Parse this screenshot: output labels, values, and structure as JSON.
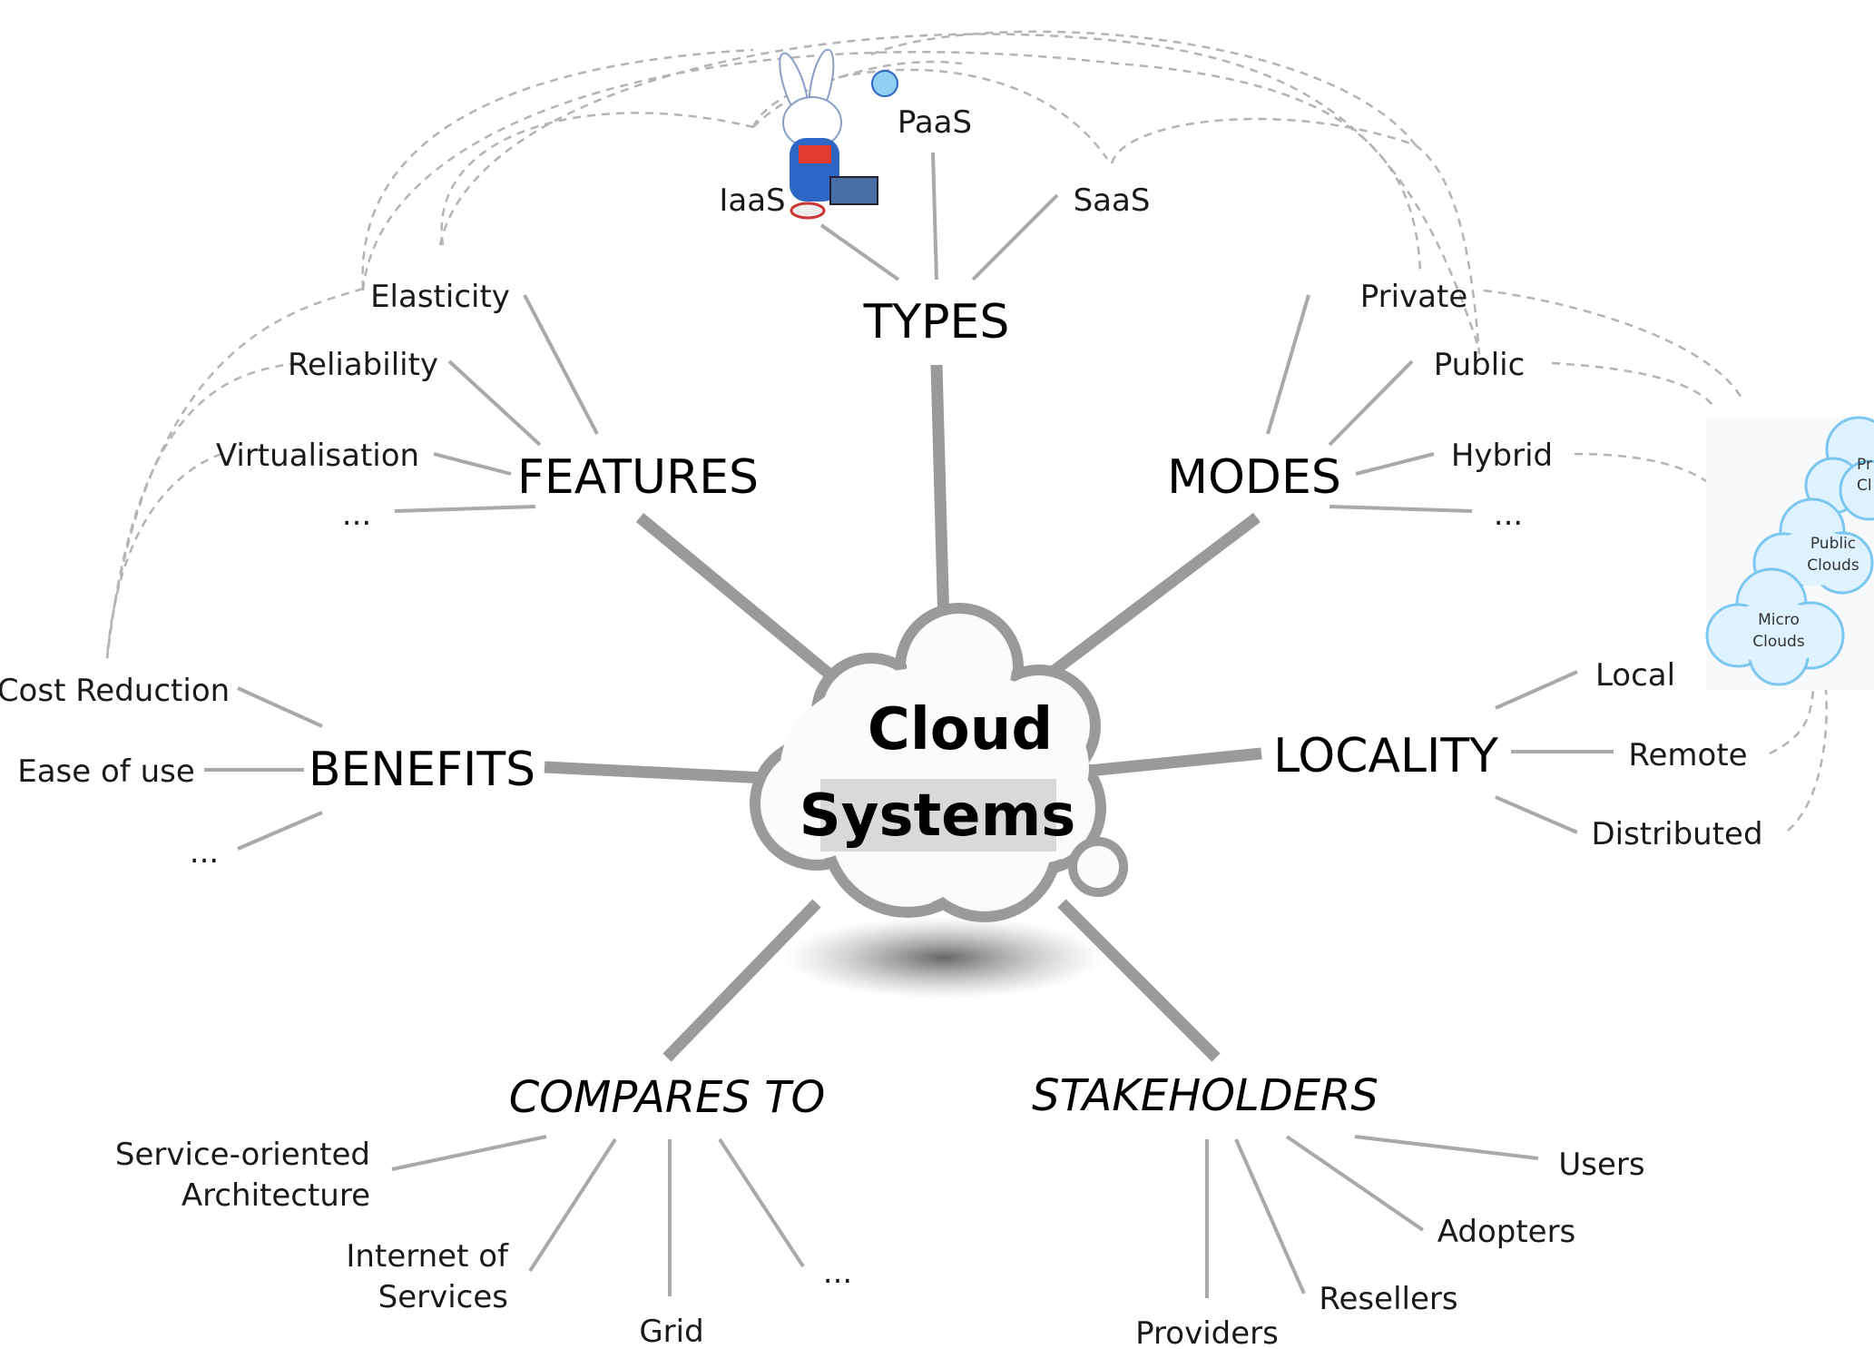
{
  "center": {
    "line1": "Cloud",
    "line2": "Systems"
  },
  "categories": {
    "types": {
      "label": "TYPES",
      "items": [
        "IaaS",
        "PaaS",
        "SaaS"
      ]
    },
    "features": {
      "label": "FEATURES",
      "items": [
        "Elasticity",
        "Reliability",
        "Virtualisation",
        "..."
      ]
    },
    "modes": {
      "label": "MODES",
      "items": [
        "Private",
        "Public",
        "Hybrid",
        "..."
      ]
    },
    "benefits": {
      "label": "BENEFITS",
      "items": [
        "Cost Reduction",
        "Ease of use",
        "..."
      ]
    },
    "locality": {
      "label": "LOCALITY",
      "items": [
        "Local",
        "Remote",
        "Distributed"
      ]
    },
    "compares_to": {
      "label": "COMPARES TO",
      "items": [
        "Service-oriented",
        "Architecture",
        "Internet of",
        "Services",
        "Grid",
        "..."
      ]
    },
    "stakeholders": {
      "label": "STAKEHOLDERS",
      "items": [
        "Users",
        "Adopters",
        "Resellers",
        "Providers"
      ]
    }
  },
  "inset_clouds": {
    "top": [
      "Pr",
      "Cl"
    ],
    "public": [
      "Public",
      "Clouds"
    ],
    "micro": [
      "Micro",
      "Clouds"
    ]
  },
  "mascot": {
    "icon": "rabbit-mascot-icon"
  },
  "colors": {
    "thick_line": "#9a9a9a",
    "thin_line": "#a9a9a9",
    "dashed_link": "#b4b4b4",
    "inset_cloud_fill": "#dff2ff",
    "inset_cloud_stroke": "#7cc6f2"
  }
}
